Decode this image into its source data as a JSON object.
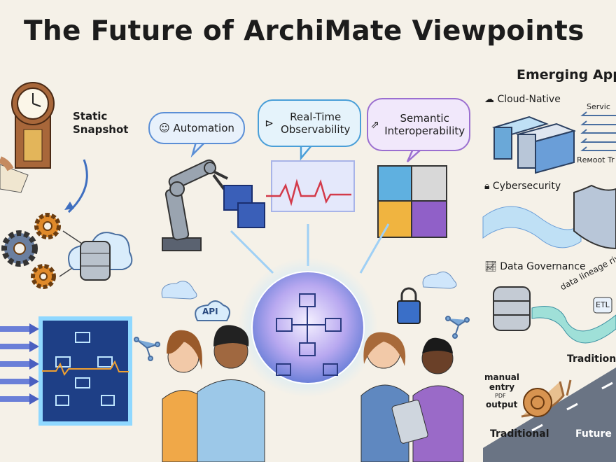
{
  "title": "The Future of ArchiMate Viewpoints",
  "left": {
    "static_snapshot": "Static Snapshot"
  },
  "center": {
    "bubbles": [
      {
        "label": "Automation",
        "icon": "robot-icon",
        "color": "#5b8fd6"
      },
      {
        "label": "Real-Time Observability",
        "icon": "pulse-icon",
        "color": "#4a9fd8"
      },
      {
        "label": "Semantic Interoperability",
        "icon": "link-icon",
        "color": "#9b6fd0"
      }
    ],
    "api_label": "API"
  },
  "right": {
    "heading": "Emerging Appl",
    "cloud_native": "Cloud-Native",
    "service_label": "Servic",
    "remote_label": "Rемoot Tr",
    "cybersecurity": "Cybersecurity",
    "data_governance": "Data Governance",
    "lineage_label": "data lineage rive",
    "etl_label": "ETL",
    "traditional_top": "Traditiona",
    "manual_entry": "manual entry",
    "pdf_output": "PDF",
    "output": "output",
    "road_traditional": "Traditional",
    "road_future": "Future"
  },
  "colors": {
    "background": "#f5f1e8",
    "glow": "#7ec8f5",
    "accent_purple": "#9b6fd0"
  }
}
